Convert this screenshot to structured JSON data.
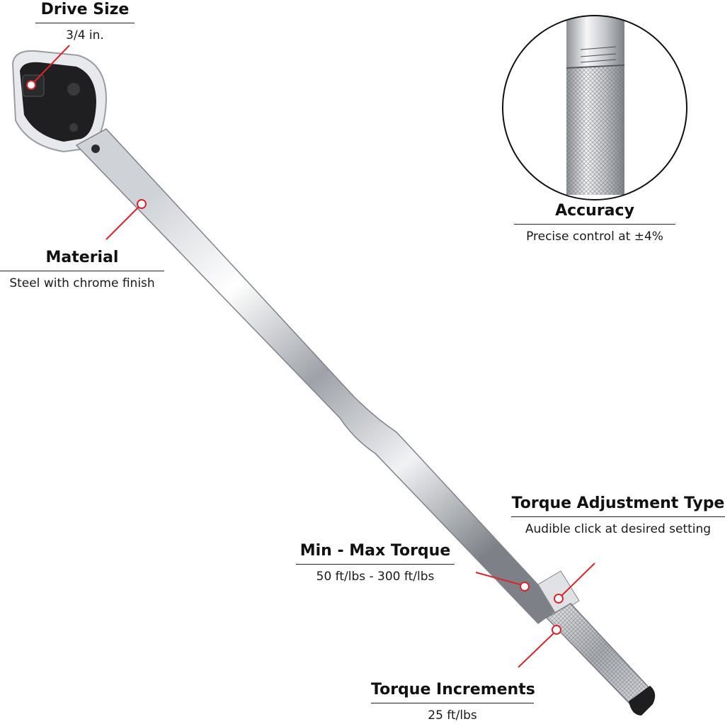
{
  "callouts": {
    "drive_size": {
      "title": "Drive Size",
      "desc": "3/4 in."
    },
    "material": {
      "title": "Material",
      "desc": "Steel with chrome finish"
    },
    "accuracy": {
      "title": "Accuracy",
      "desc": "Precise control at ±4%"
    },
    "adjustment_type": {
      "title": "Torque Adjustment Type",
      "desc": "Audible click at desired setting"
    },
    "min_max": {
      "title": "Min - Max Torque",
      "desc": "50 ft/lbs - 300 ft/lbs"
    },
    "increments": {
      "title": "Torque Increments",
      "desc": "25 ft/lbs"
    }
  },
  "colors": {
    "leader": "#d6262e",
    "chrome_light": "#f4f4f6",
    "chrome_dark": "#8a8d93",
    "rubber": "#1e1e20",
    "text": "#111111"
  }
}
